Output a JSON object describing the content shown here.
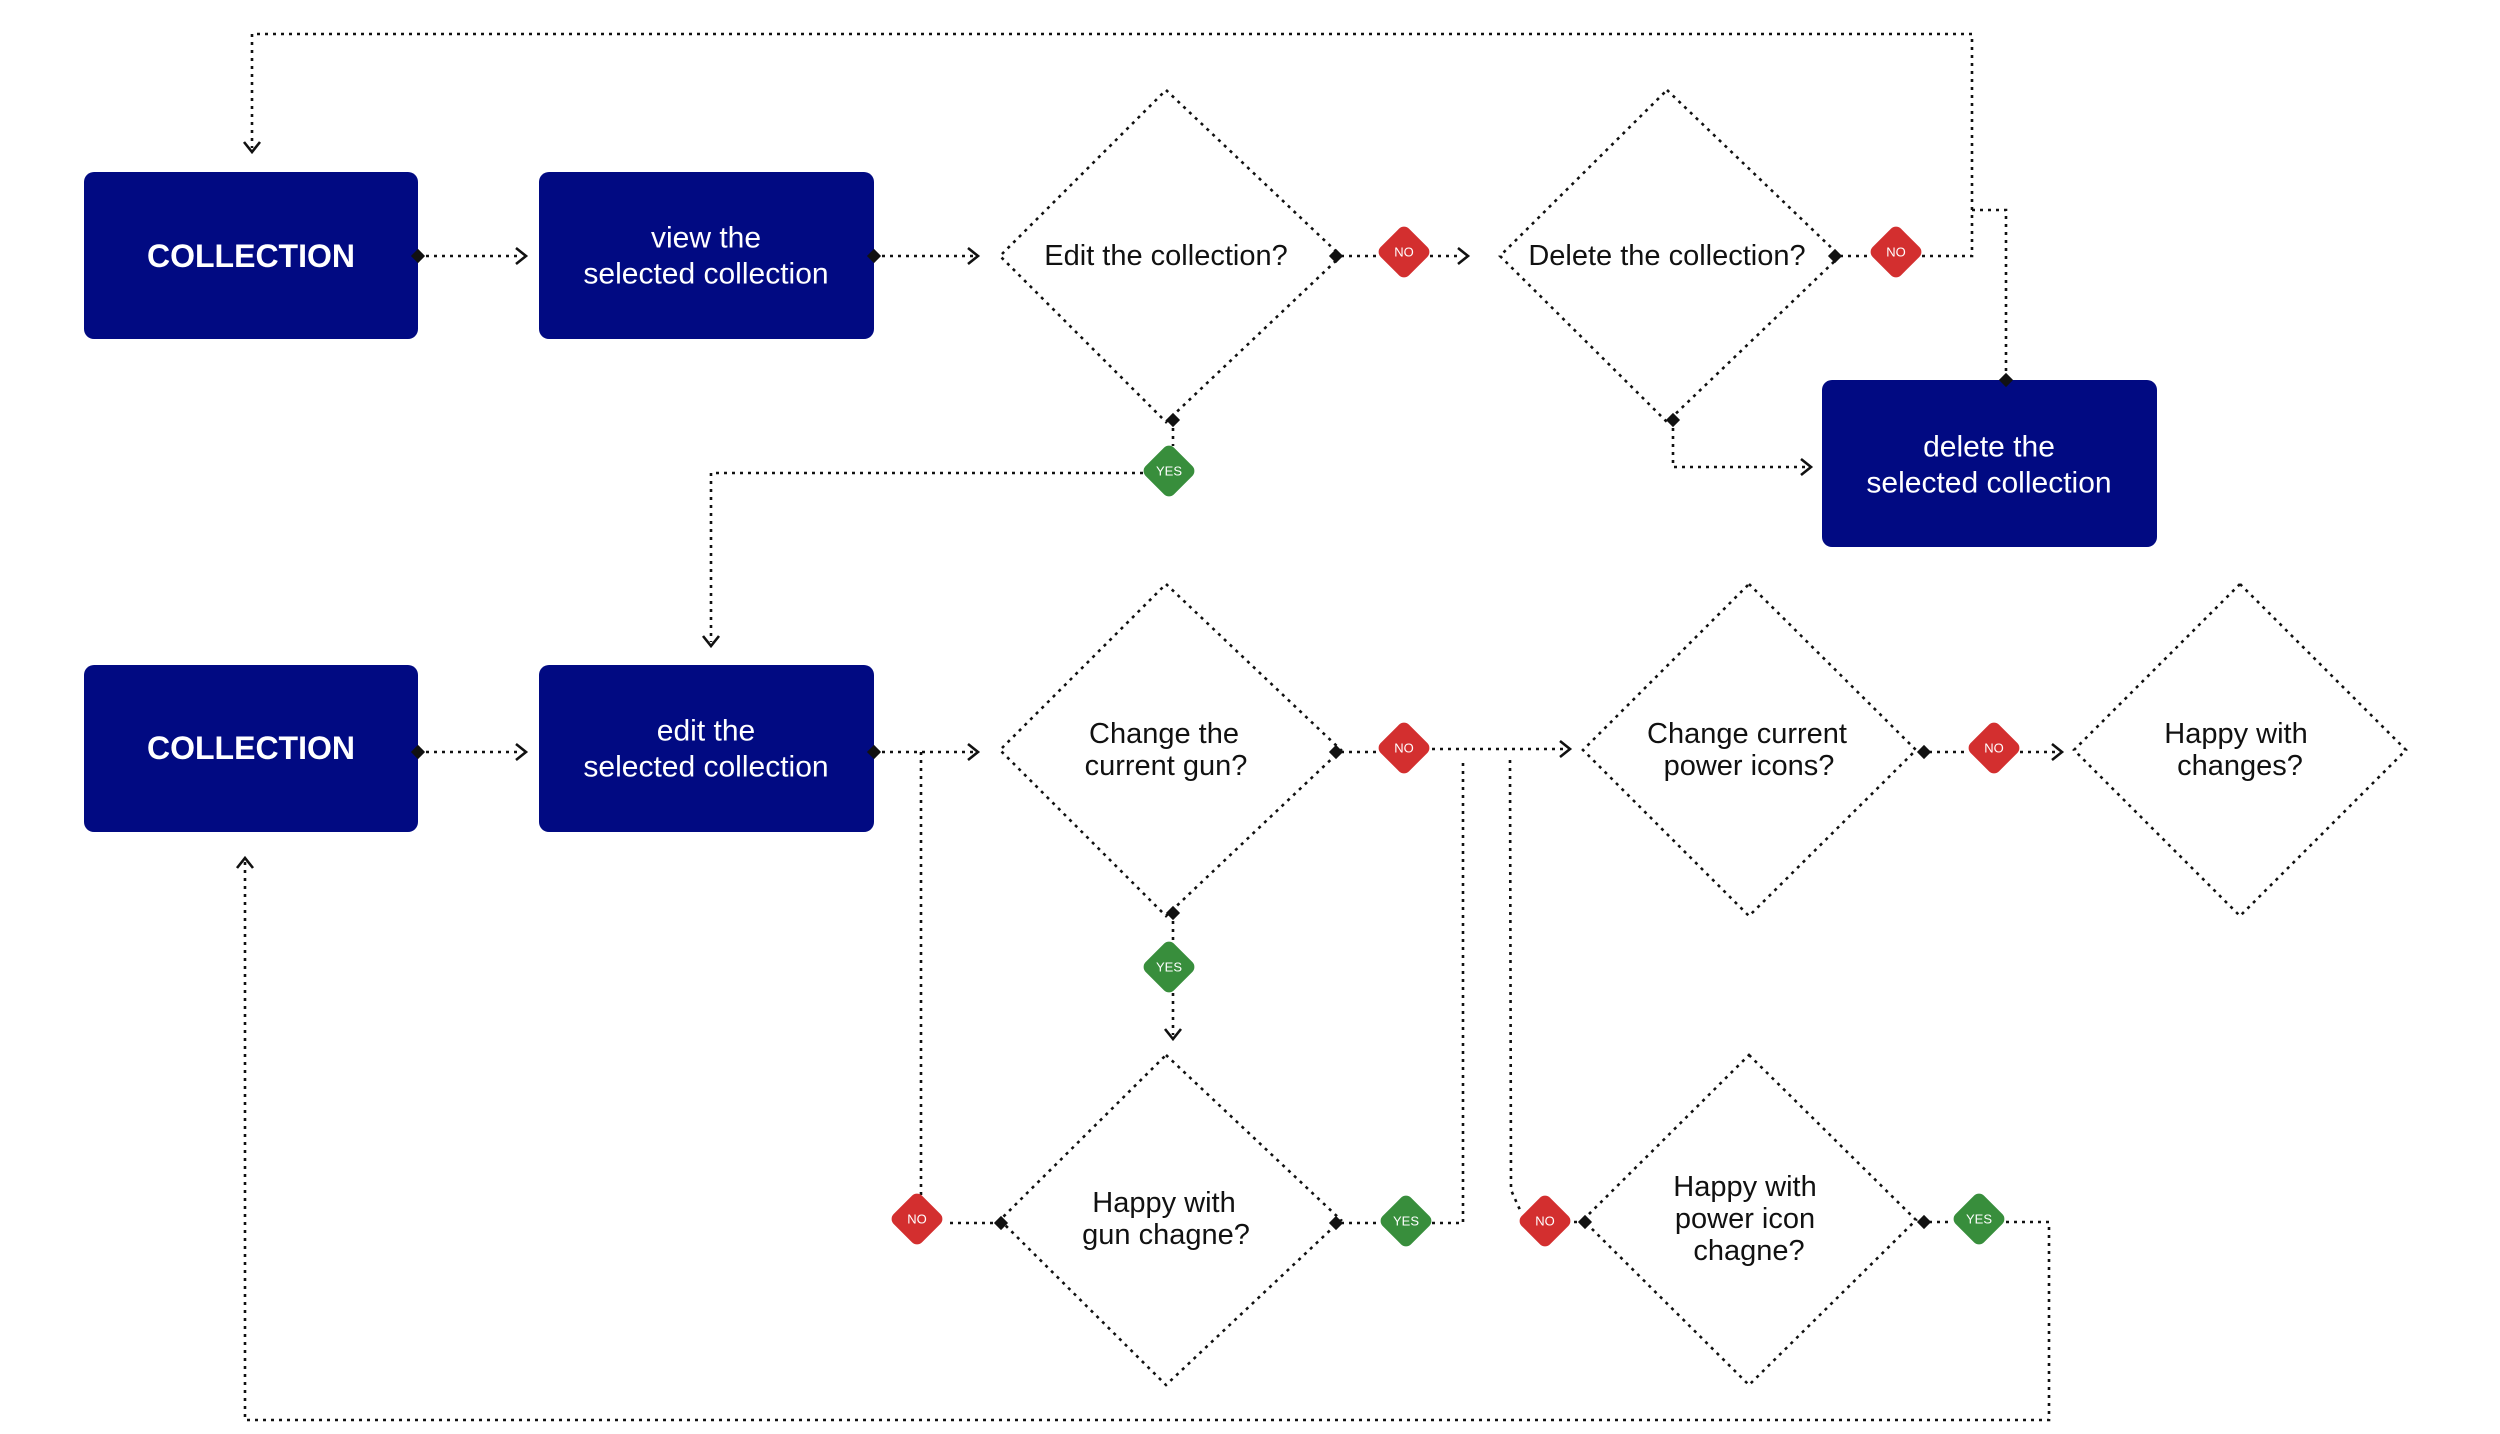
{
  "colors": {
    "box_fill": "#010a82",
    "box_text": "#ffffff",
    "no_badge": "#d32f2f",
    "yes_badge": "#388e3c",
    "line": "#111111"
  },
  "nodes": {
    "collection_1": "COLLECTION",
    "view_line1": "view the",
    "view_line2": "selected collection",
    "edit_q": "Edit the collection?",
    "delete_q": "Delete the collection?",
    "delete_line1": "delete the",
    "delete_line2": "selected collection",
    "collection_2": "COLLECTION",
    "edit_line1": "edit the",
    "edit_line2": "selected collection",
    "gun_q_line1": "Change the",
    "gun_q_line2": "current gun?",
    "power_q_line1": "Change current",
    "power_q_line2": "power icons?",
    "happy_line1": "Happy with",
    "happy_line2": "changes?",
    "happy_gun_line1": "Happy with",
    "happy_gun_line2": "gun chagne?",
    "happy_power_line1": "Happy with",
    "happy_power_line2": "power icon",
    "happy_power_line3": "chagne?"
  },
  "badges": {
    "no": "NO",
    "yes": "YES"
  }
}
